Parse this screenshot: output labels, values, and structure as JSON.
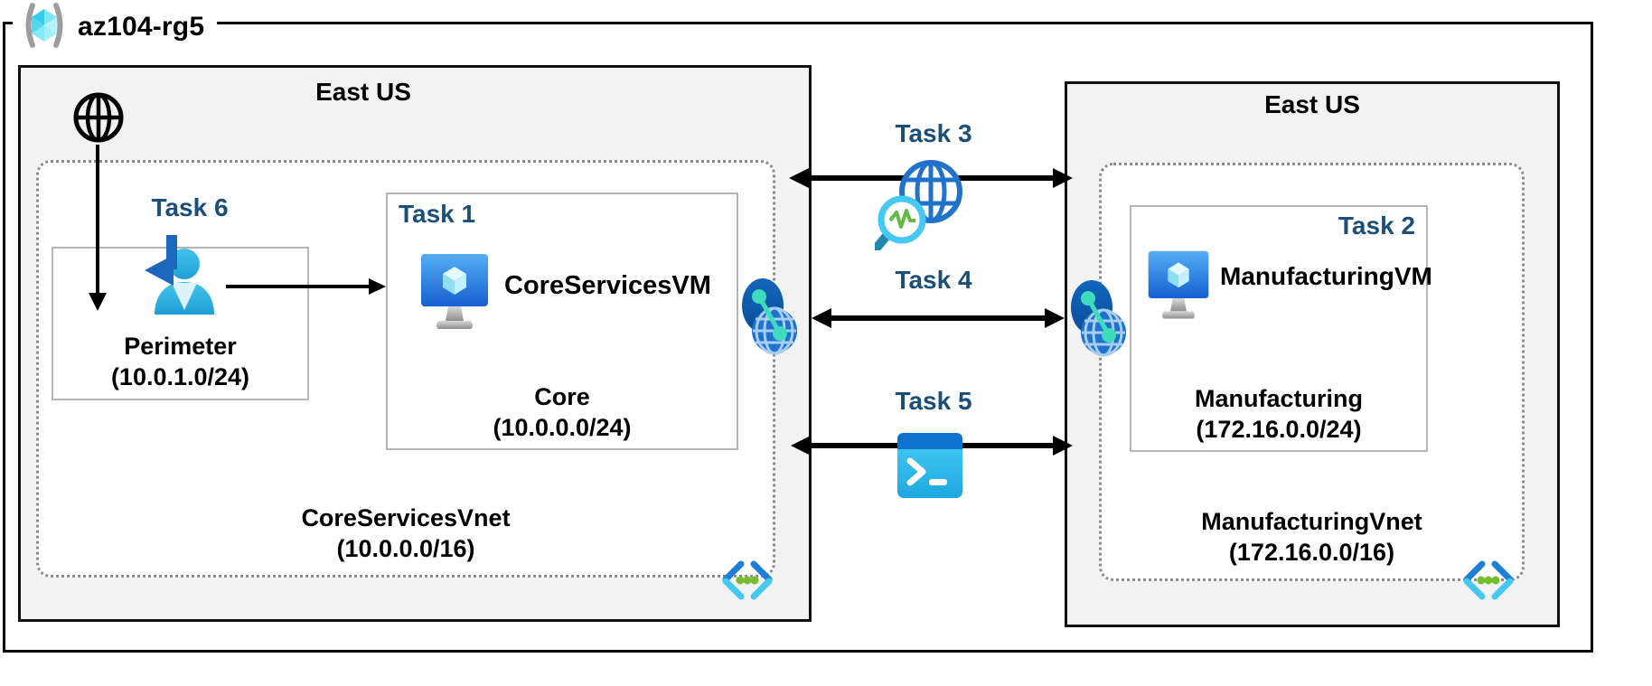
{
  "resource_group": {
    "label": "az104-rg5"
  },
  "left_region": {
    "location": "East US",
    "task6_label": "Task 6",
    "perimeter_subnet": {
      "name": "Perimeter",
      "cidr": "(10.0.1.0/24)"
    },
    "core_box": {
      "task_label": "Task 1",
      "vm_name": "CoreServicesVM",
      "subnet_name": "Core",
      "subnet_cidr": "(10.0.0.0/24)"
    },
    "vnet": {
      "name": "CoreServicesVnet",
      "cidr": "(10.0.0.0/16)"
    }
  },
  "right_region": {
    "location": "East US",
    "manufacturing_box": {
      "task_label": "Task 2",
      "vm_name": "ManufacturingVM",
      "subnet_name": "Manufacturing",
      "subnet_cidr": "(172.16.0.0/24)"
    },
    "vnet": {
      "name": "ManufacturingVnet",
      "cidr": "(172.16.0.0/16)"
    }
  },
  "connections": {
    "task3": {
      "label": "Task 3",
      "icon": "network-watcher-icon"
    },
    "task4": {
      "label": "Task 4",
      "icon": "vnet-peering-icon"
    },
    "task5": {
      "label": "Task 5",
      "icon": "cloud-shell-icon"
    }
  },
  "icons": [
    "resource-group-icon",
    "internet-globe-icon",
    "signin-user-icon",
    "virtual-machine-icon",
    "vnet-peering-icon",
    "network-watcher-icon",
    "cloud-shell-icon",
    "virtual-network-icon"
  ],
  "colors": {
    "task_label_blue": "#1b4e79",
    "region_fill": "#f2f2f2",
    "border_black": "#000000",
    "vnet_dotted_gray": "#8c8c8c",
    "box_border_gray": "#b5b5b5",
    "azure_blue": "#1f74d2",
    "light_cyan": "#45c8f2",
    "mint_green": "#3fdcbc",
    "dot_green": "#76bc2d"
  }
}
